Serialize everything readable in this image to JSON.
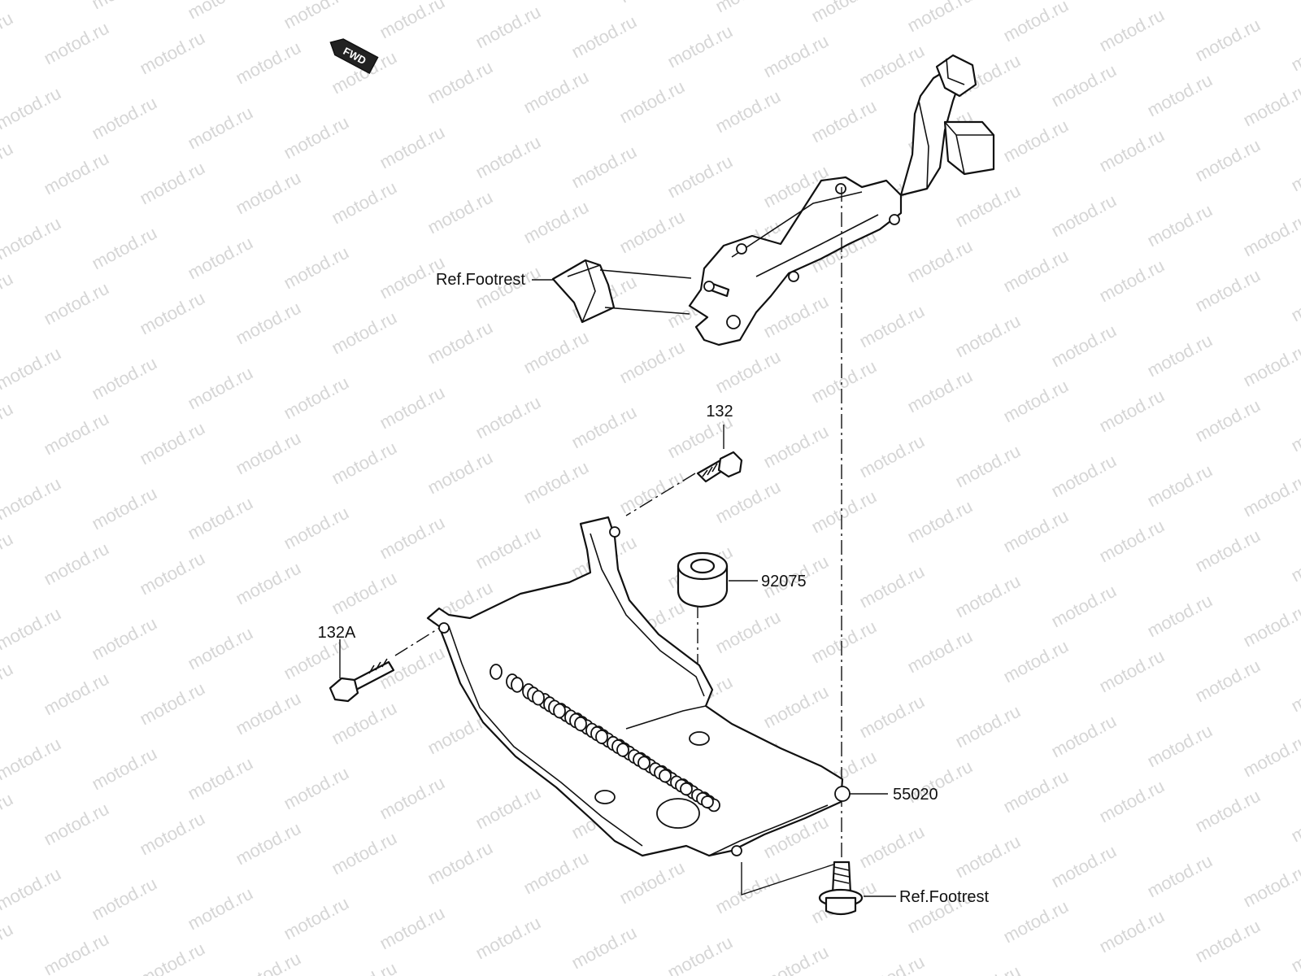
{
  "watermark": {
    "text": "motod.ru"
  },
  "fwd_badge": {
    "text": "FWD"
  },
  "labels": {
    "ref_footrest_top": "Ref.Footrest",
    "bolt_132": "132",
    "damper_92075": "92075",
    "bolt_132a": "132A",
    "guard_55020": "55020",
    "ref_footrest_bottom": "Ref.Footrest"
  },
  "colors": {
    "line": "#111111",
    "watermark": "#d6d6d6",
    "background": "#ffffff"
  }
}
